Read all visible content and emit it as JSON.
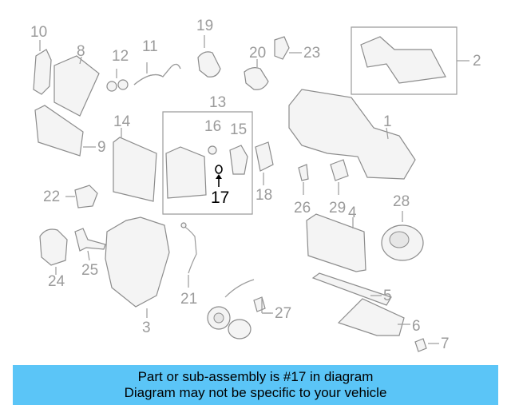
{
  "callouts": [
    "1",
    "2",
    "3",
    "4",
    "5",
    "6",
    "7",
    "8",
    "9",
    "10",
    "11",
    "12",
    "13",
    "14",
    "15",
    "16",
    "17",
    "18",
    "19",
    "20",
    "21",
    "22",
    "23",
    "24",
    "25",
    "26",
    "27",
    "28",
    "29"
  ],
  "highlighted_callout": "17",
  "caption": {
    "line1": "Part or sub-assembly is #17 in diagram",
    "line2": "Diagram may not be specific to your vehicle"
  },
  "colors": {
    "caption_background": "#5bc5f7",
    "callout_gray": "#9b9b9b",
    "highlight": "#000000"
  }
}
